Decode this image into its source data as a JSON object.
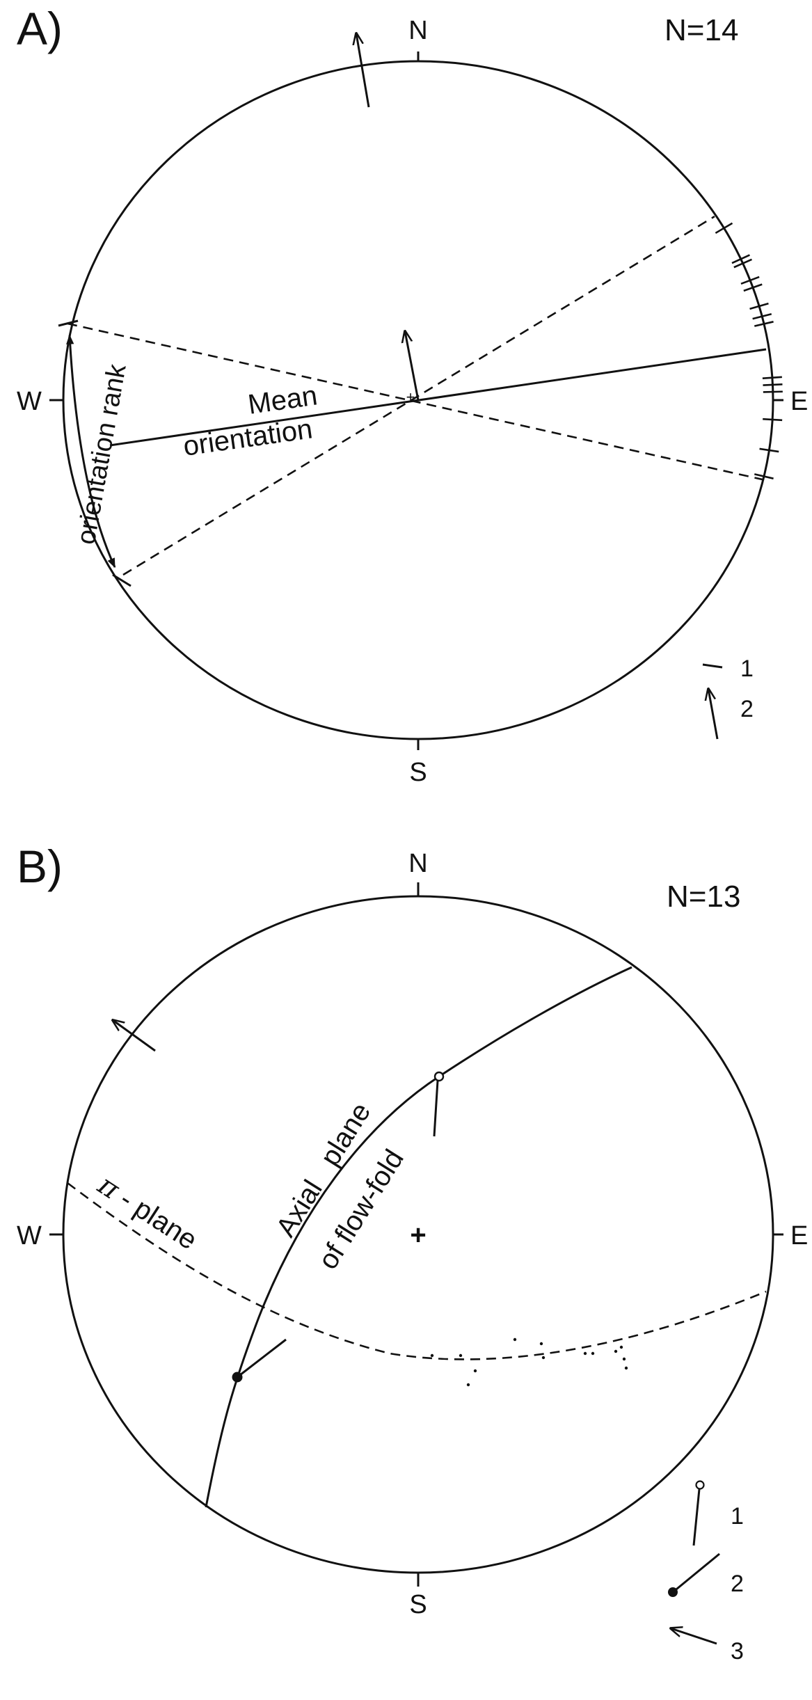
{
  "panel_a": {
    "label": "A)",
    "count": "N=14",
    "north": "N",
    "south": "S",
    "west": "W",
    "east": "E",
    "mean_label_1": "Mean",
    "mean_label_2": "orientation",
    "rank_label": "orientation rank",
    "tick_azimuths_deg": [
      59.5,
      65.4,
      66.2,
      69.3,
      70.6,
      73.9,
      75.7,
      77.0,
      86.2,
      87.4,
      88.6,
      93.3,
      98.5,
      103.0
    ],
    "legend": [
      {
        "symbol": "tick-line",
        "label": "1"
      },
      {
        "symbol": "arrow",
        "label": "2"
      }
    ]
  },
  "panel_b": {
    "label": "B)",
    "count": "N=13",
    "north": "N",
    "south": "S",
    "west": "W",
    "east": "E",
    "pi_symbol": "π",
    "pi_label": " - plane",
    "axial_label_1": "Axial   plane",
    "axial_label_2": "of flow-fold",
    "legend": [
      {
        "symbol": "open-circle-line",
        "label": "1"
      },
      {
        "symbol": "filled-circle-line",
        "label": "2"
      },
      {
        "symbol": "arrow",
        "label": "3"
      }
    ]
  }
}
